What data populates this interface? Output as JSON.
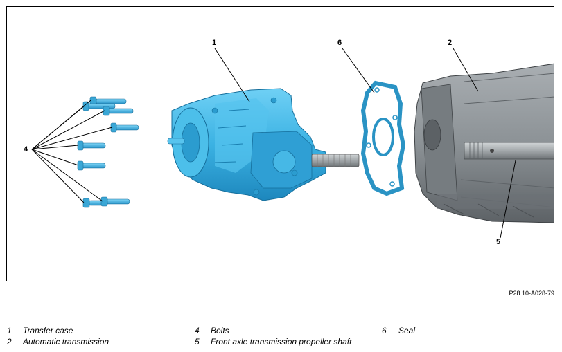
{
  "callouts": {
    "c1": "1",
    "c2": "2",
    "c4": "4",
    "c5": "5",
    "c6": "6"
  },
  "figure_ref": "P28.10-A028-79",
  "legend": [
    {
      "num": "1",
      "text": "Transfer case"
    },
    {
      "num": "2",
      "text": "Automatic transmission"
    },
    {
      "num": "4",
      "text": "Bolts"
    },
    {
      "num": "5",
      "text": "Front axle transmission propeller shaft"
    },
    {
      "num": "6",
      "text": "Seal"
    }
  ],
  "colors": {
    "highlight": "#3fb6e6",
    "highlight_dark": "#1a7fb0",
    "transmission": "#8f959a",
    "transmission_dark": "#55595d"
  }
}
